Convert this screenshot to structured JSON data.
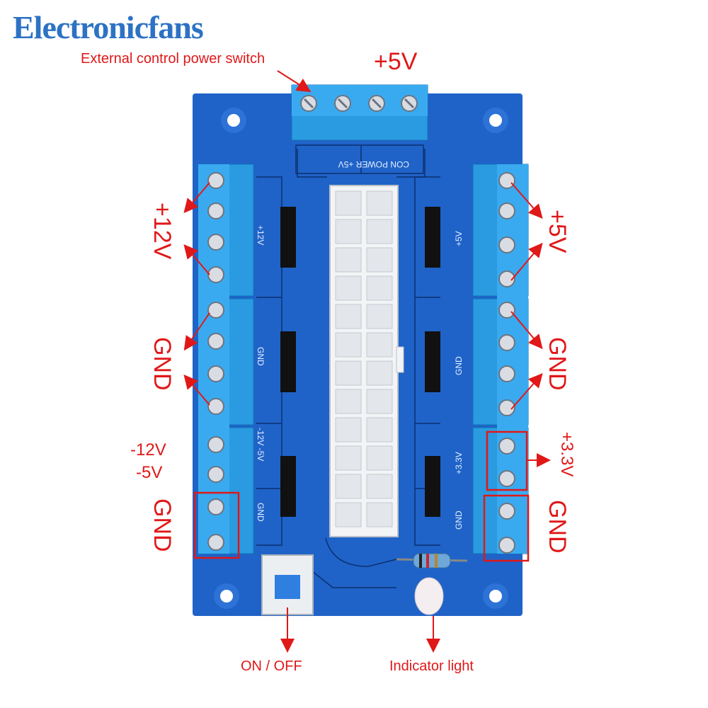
{
  "brand": {
    "name": "Electronicfans",
    "color": "#2d72c4"
  },
  "labels": {
    "external_switch": "External control power switch",
    "top_5v": "+5V",
    "left_12v": "+12V",
    "left_gnd_upper": "GND",
    "left_neg12v": "-12V",
    "left_neg5v": "-5V",
    "left_gnd_lower": "GND",
    "right_5v": "+5V",
    "right_gnd_upper": "GND",
    "right_3v3": "+3.3V",
    "right_gnd_lower": "GND",
    "on_off": "ON / OFF",
    "indicator": "Indicator light"
  },
  "silkscreen": {
    "top": "CON POWER  +5V",
    "left_12v": "+12V",
    "left_gnd": "GND",
    "left_neg": "-12V -5V",
    "left_gnd2": "GND",
    "right_5v": "+5V",
    "right_gnd": "GND",
    "right_3v3": "+3.3V",
    "right_gnd2": "GND"
  },
  "colors": {
    "board": "#1f63c8",
    "terminal": "#2a9be0",
    "annotation": "#e01818"
  }
}
